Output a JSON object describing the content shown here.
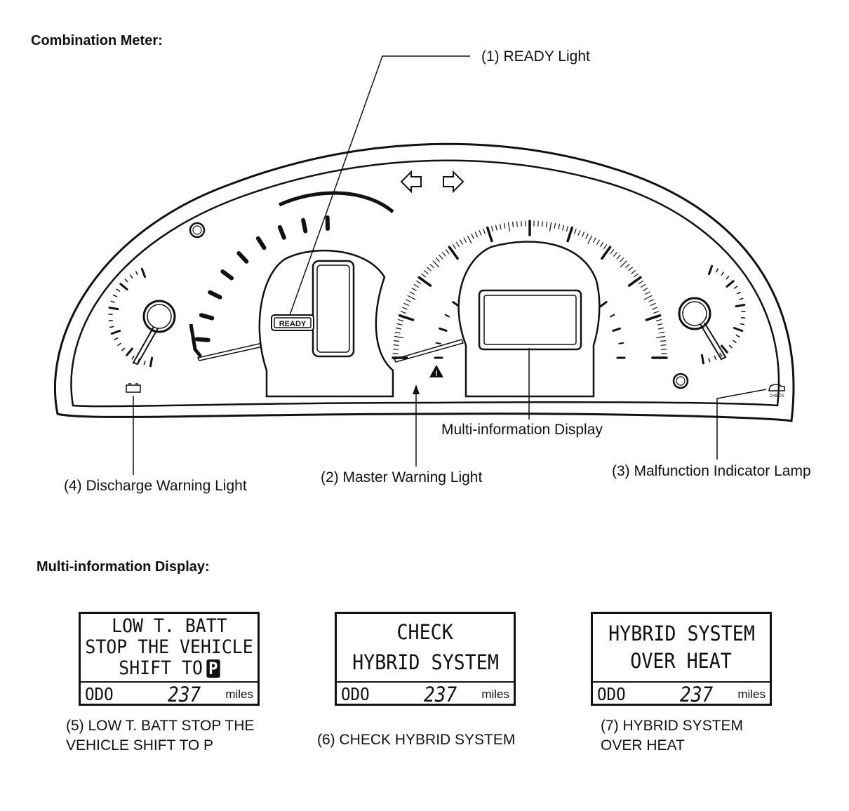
{
  "headings": {
    "combination_meter": "Combination Meter:",
    "multi_information_display": "Multi-information Display:"
  },
  "callouts": {
    "ready_light": "(1) READY  Light",
    "master_warning": "(2) Master Warning Light",
    "malfunction_indicator": "(3) Malfunction Indicator Lamp",
    "discharge_warning": "(4) Discharge Warning Light",
    "multi_information_display": "Multi-information Display"
  },
  "meter": {
    "ready_badge": "READY",
    "check_badge": "CHECK"
  },
  "displays": [
    {
      "lines": [
        "LOW T. BATT",
        "STOP THE VEHICLE",
        "SHIFT TO"
      ],
      "gear": "P",
      "odo_label": "ODO",
      "odo_value": "237",
      "odo_unit": "miles",
      "caption_line1": "(5) LOW T. BATT STOP THE",
      "caption_line2": "VEHICLE SHIFT TO P"
    },
    {
      "lines": [
        "CHECK",
        "HYBRID SYSTEM"
      ],
      "odo_label": "ODO",
      "odo_value": "237",
      "odo_unit": "miles",
      "caption_line1": "(6) CHECK HYBRID SYSTEM"
    },
    {
      "lines": [
        "HYBRID SYSTEM",
        "OVER HEAT"
      ],
      "odo_label": "ODO",
      "odo_value": "237",
      "odo_unit": "miles",
      "caption_line1": "(7) HYBRID SYSTEM",
      "caption_line2": "OVER HEAT"
    }
  ]
}
